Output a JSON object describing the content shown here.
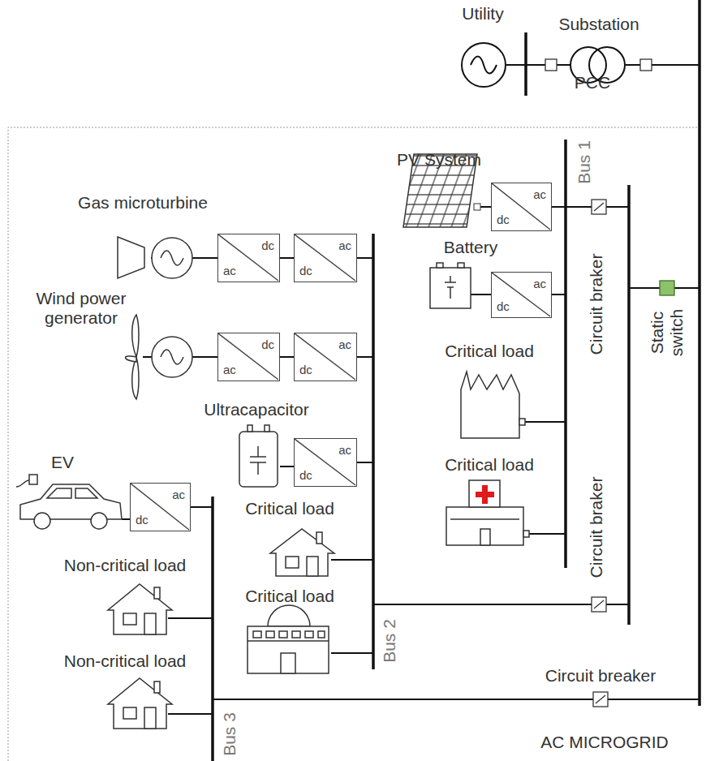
{
  "diagram": {
    "nodes": [
      {
        "text": [
          "ac",
          "dc"
        ]
      },
      {
        "text": [
          "dc",
          "ac"
        ]
      },
      {
        "text": [
          "ac",
          "dc"
        ]
      },
      {
        "text": [
          "ac",
          "dc"
        ]
      },
      {
        "text": [
          "dc",
          "ac"
        ]
      },
      {
        "text": [
          "ac",
          "dc"
        ]
      },
      {
        "text": [
          "ac",
          "dc"
        ]
      },
      {
        "text": [
          "ac",
          "dc"
        ]
      }
    ],
    "edges": [
      {
        "from": 1,
        "to": 2,
        "arrow": "none"
      },
      {
        "from": 4,
        "to": 5,
        "arrow": "none"
      }
    ],
    "labels": [
      "Utility",
      "Substation",
      "PCC",
      "PV System",
      "Bus 1",
      "Gas microturbine",
      "Battery",
      "Wind power generator",
      "Circuit braker",
      "Static switch",
      "Critical load",
      "Ultracapacitor",
      "EV",
      "Critical load",
      "Critical load",
      "Circuit braker",
      "Non-critical load",
      "Critical load",
      "Bus 2",
      "Non-critical load",
      "Circuit breaker",
      "Bus 3",
      "AC MICROGRID"
    ]
  }
}
